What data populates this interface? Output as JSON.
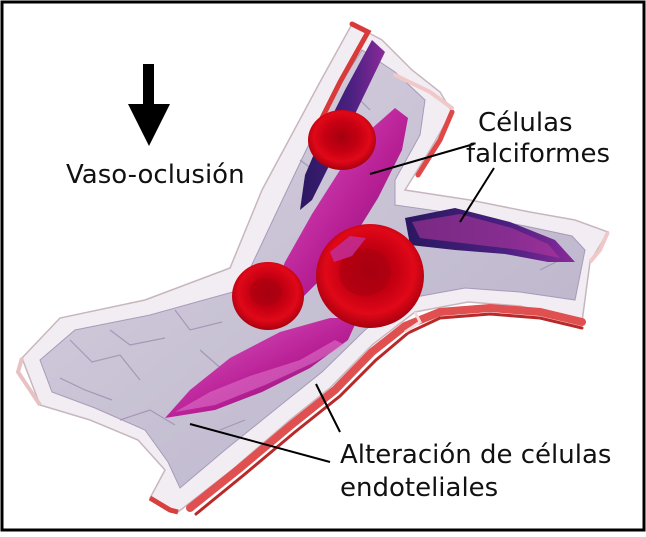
{
  "labels": {
    "vaso_oclusion": "Vaso-oclusión",
    "celulas_line1": "Células",
    "celulas_line2": "falciformes",
    "alteracion_line1": "Alteración de células",
    "alteracion_line2": "endoteliales"
  },
  "colors": {
    "border": "#000000",
    "vessel_wall": "#eeeaf0",
    "vessel_lumen": "#c9c3d6",
    "vessel_edge": "#d83a3a",
    "red_cell": "#d4000f",
    "red_cell_center": "#a50010",
    "sickle_cell": "#c02aa0",
    "sickle_cell_shade": "#3a1d6b",
    "leader_line": "#000000"
  },
  "icons": {
    "arrow": "down-arrow-icon"
  }
}
